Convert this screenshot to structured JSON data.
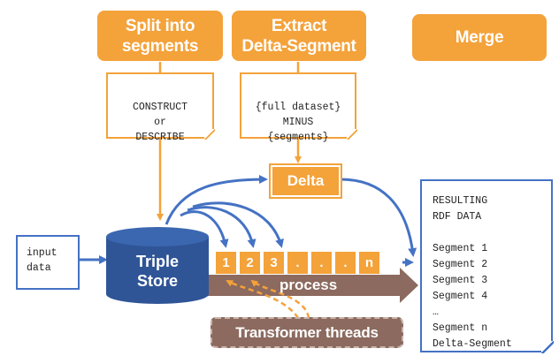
{
  "headers": {
    "split": "Split into\nsegments",
    "extract": "Extract\nDelta-Segment",
    "merge": "Merge"
  },
  "notes": {
    "query": "CONSTRUCT\nor\nDESCRIBE",
    "minus": "{full dataset}\nMINUS\n{segments}"
  },
  "delta_label": "Delta",
  "input_label": "input\ndata",
  "store_label": "Triple\nStore",
  "segments": [
    "1",
    "2",
    "3",
    ".",
    ".",
    ".",
    "n"
  ],
  "process_label": "process",
  "threads_label": "Transformer threads",
  "result_lines": [
    "RESULTING",
    "RDF DATA",
    "",
    "Segment 1",
    "Segment 2",
    "Segment 3",
    "Segment 4",
    "…",
    "Segment n",
    "Delta-Segment"
  ],
  "colors": {
    "orange": "#F4A23A",
    "blue": "#4472C4",
    "brown": "#8C6A5F",
    "cylinder": "#2F5597"
  }
}
